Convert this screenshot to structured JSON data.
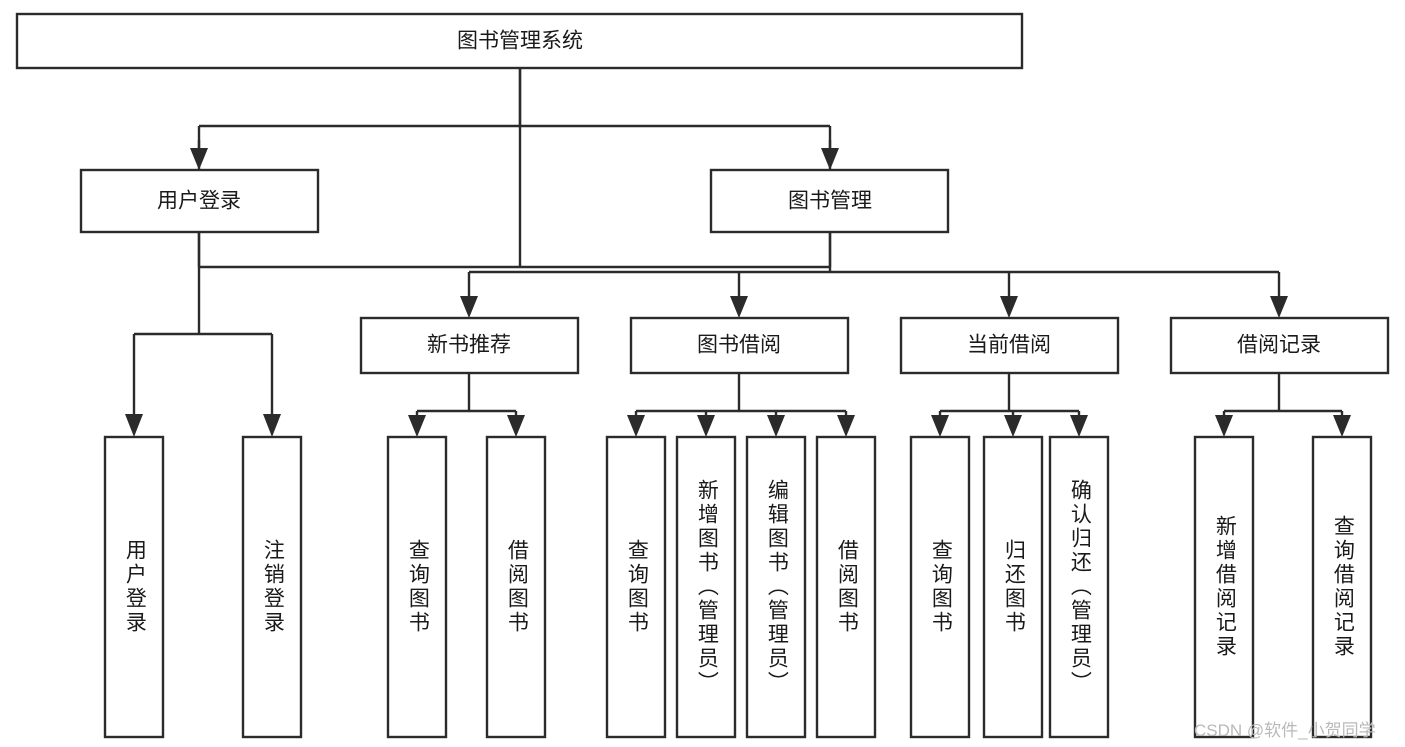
{
  "diagram": {
    "type": "tree-hierarchy",
    "title": "图书管理系统",
    "root": {
      "id": "root",
      "label": "图书管理系统",
      "level": 0
    },
    "level2": [
      {
        "id": "user-login",
        "label": "用户登录"
      },
      {
        "id": "book-management",
        "label": "图书管理"
      }
    ],
    "level3": [
      {
        "id": "new-book-recommend",
        "label": "新书推荐",
        "parent": "book-management"
      },
      {
        "id": "book-borrow",
        "label": "图书借阅",
        "parent": "book-management"
      },
      {
        "id": "current-borrow",
        "label": "当前借阅",
        "parent": "book-management"
      },
      {
        "id": "borrow-record",
        "label": "借阅记录",
        "parent": "book-management"
      }
    ],
    "leaves": {
      "user-login": [
        {
          "id": "leaf-user-login",
          "label": "用户登录"
        },
        {
          "id": "leaf-user-logout",
          "label": "注销登录"
        }
      ],
      "new-book-recommend": [
        {
          "id": "leaf-query-book-1",
          "label": "查询图书"
        },
        {
          "id": "leaf-borrow-book-1",
          "label": "借阅图书"
        }
      ],
      "book-borrow": [
        {
          "id": "leaf-query-book-2",
          "label": "查询图书"
        },
        {
          "id": "leaf-add-book",
          "label": "新增图书（管理员）"
        },
        {
          "id": "leaf-edit-book",
          "label": "编辑图书（管理员）"
        },
        {
          "id": "leaf-borrow-book-2",
          "label": "借阅图书"
        }
      ],
      "current-borrow": [
        {
          "id": "leaf-query-book-3",
          "label": "查询图书"
        },
        {
          "id": "leaf-return-book",
          "label": "归还图书"
        },
        {
          "id": "leaf-confirm-return",
          "label": "确认归还（管理员）"
        }
      ],
      "borrow-record": [
        {
          "id": "leaf-add-record",
          "label": "新增借阅记录"
        },
        {
          "id": "leaf-query-record",
          "label": "查询借阅记录"
        }
      ]
    },
    "watermark": "CSDN @软件_小贺同学",
    "colors": {
      "stroke": "#2b2b2b",
      "fill": "#ffffff",
      "text": "#1a1a1a",
      "watermark": "#b9b9b9",
      "background": "#ffffff"
    }
  }
}
